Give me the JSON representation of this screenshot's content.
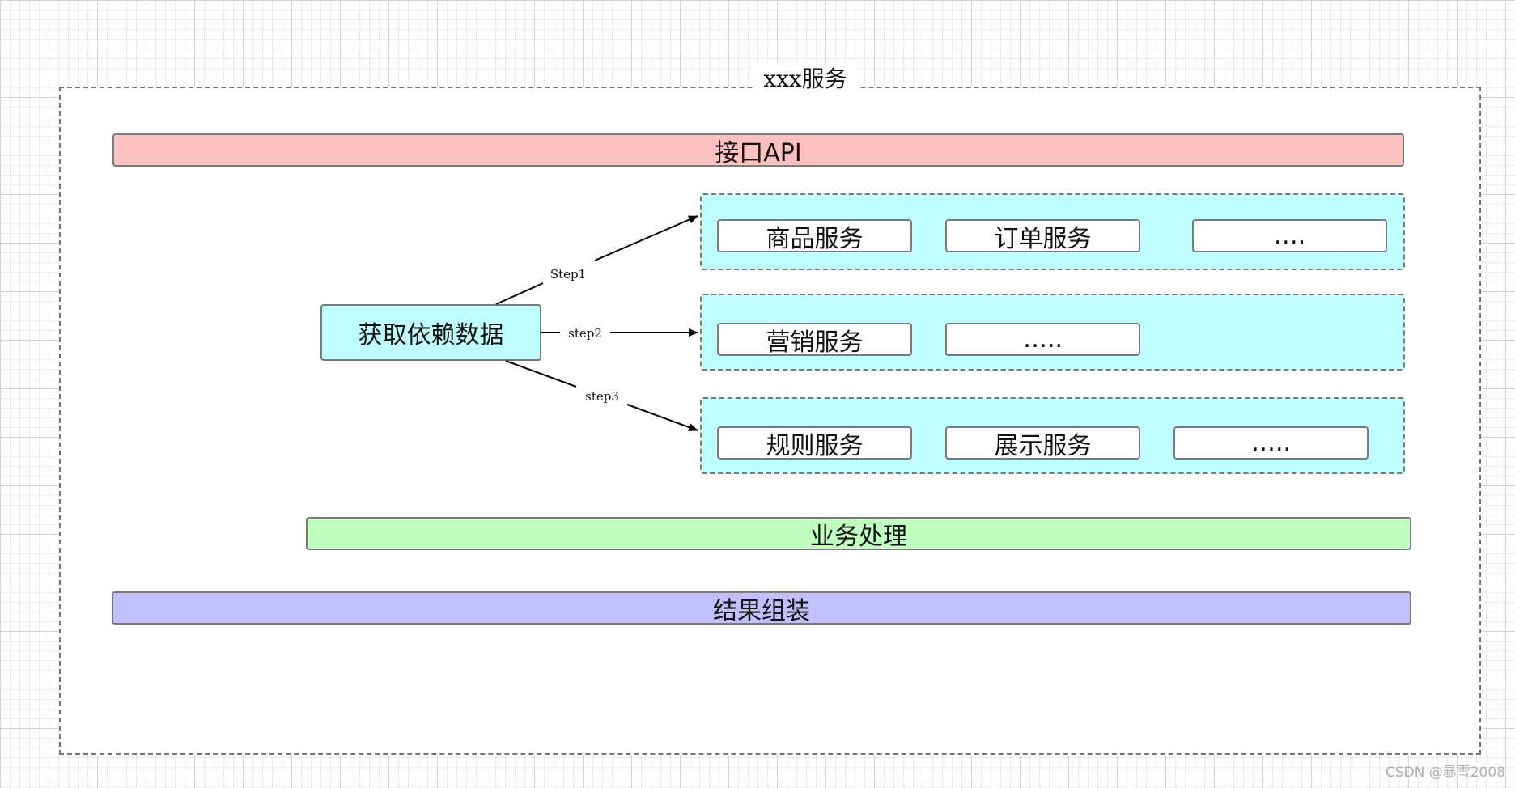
{
  "frame_title": "xxx服务",
  "api_bar": "接口API",
  "deps_box": "获取依赖数据",
  "arrows": {
    "step1": "Step1",
    "step2": "step2",
    "step3": "step3"
  },
  "groups": [
    {
      "services": [
        "商品服务",
        "订单服务",
        "…."
      ]
    },
    {
      "services": [
        "营销服务",
        "….."
      ]
    },
    {
      "services": [
        "规则服务",
        "展示服务",
        "….."
      ]
    }
  ],
  "biz_bar": "业务处理",
  "result_bar": "结果组装",
  "watermark": "CSDN @暴雪2008",
  "colors": {
    "api_bar": "#ffc0c0",
    "service_group": "#c0ffff",
    "biz_bar": "#c0ffc0",
    "result_bar": "#c0c0ff"
  }
}
